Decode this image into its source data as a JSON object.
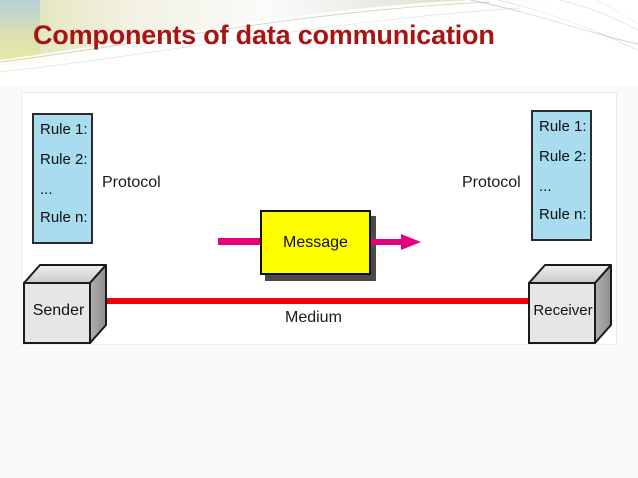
{
  "slide": {
    "title": "Components of data communication",
    "title_color": "#a81414",
    "background_color": "#fafafb"
  },
  "diagram": {
    "name": "components-of-data-communication-diagram",
    "background_color": "#ffffff",
    "protocol_left": {
      "label": "Protocol",
      "box_color": "#a8dcee",
      "rules": [
        "Rule 1:",
        "Rule 2:",
        "...",
        "Rule n:"
      ]
    },
    "protocol_right": {
      "label": "Protocol",
      "box_color": "#a8dcee",
      "rules": [
        "Rule 1:",
        "Rule 2:",
        "...",
        "Rule n:"
      ]
    },
    "message": {
      "label": "Message",
      "box_color": "#ffff00",
      "arrow_color": "#e6007e"
    },
    "medium": {
      "label": "Medium",
      "line_color": "#f00000"
    },
    "sender": {
      "label": "Sender",
      "shape_color": "#e3e3e3"
    },
    "receiver": {
      "label": "Receiver",
      "shape_color": "#e3e3e3"
    }
  }
}
